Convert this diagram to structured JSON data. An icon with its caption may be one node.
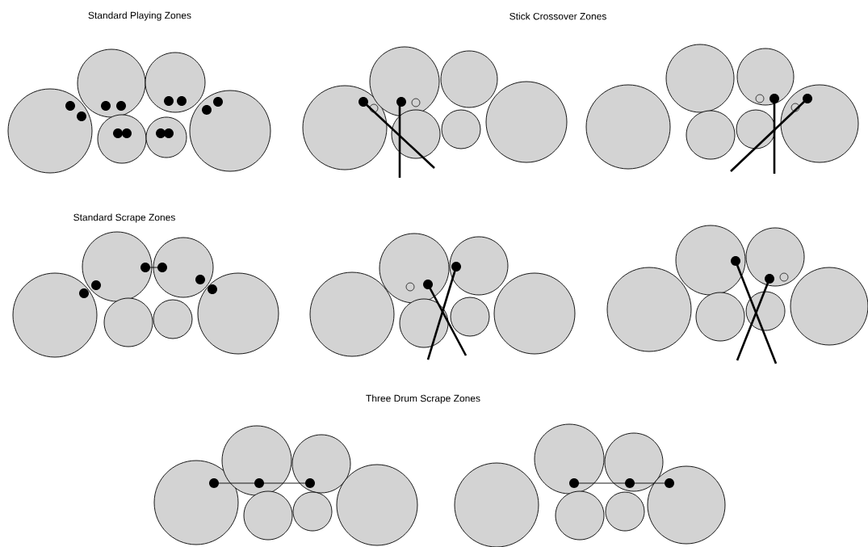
{
  "diagram": {
    "labels": [
      "Standard Playing Zones",
      "Stick Crossover Zones",
      "Standard Scrape Zones",
      "Three Drum Scrape Zones"
    ]
  }
}
